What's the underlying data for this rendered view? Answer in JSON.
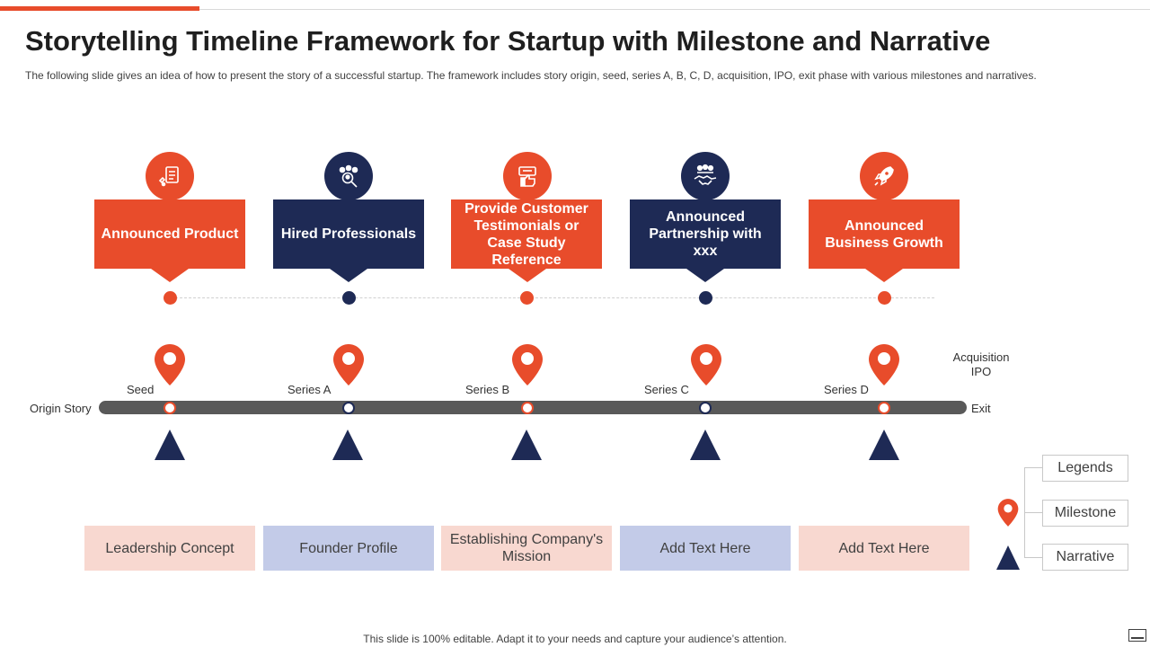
{
  "title": "Storytelling Timeline Framework for Startup with Milestone and Narrative",
  "subtitle": "The following slide gives an idea of how to present the story of a successful startup. The framework includes story origin, seed, series A, B, C, D, acquisition, IPO, exit phase with various milestones and narratives.",
  "colors": {
    "orange": "#e84c2b",
    "navy": "#1e2a55",
    "light_orange": "#f8d8d0",
    "light_blue": "#c3cbe8"
  },
  "milestones": [
    {
      "text": "Announced Product",
      "icon": "product-checklist-icon",
      "color": "orange"
    },
    {
      "text": "Hired Professionals",
      "icon": "team-search-icon",
      "color": "navy"
    },
    {
      "text": "Provide Customer Testimonials or Case Study Reference",
      "icon": "testimonial-thumbs-up-icon",
      "color": "orange"
    },
    {
      "text": "Announced Partnership with xxx",
      "icon": "handshake-partnership-icon",
      "color": "navy"
    },
    {
      "text": "Announced Business Growth",
      "icon": "rocket-icon",
      "color": "orange"
    }
  ],
  "timeline": {
    "start_label": "Origin Story",
    "end_label": "Exit",
    "acquisition_label": "Acquisition",
    "ipo_label": "IPO",
    "stages": [
      "Seed",
      "Series A",
      "Series B",
      "Series C",
      "Series D"
    ]
  },
  "narratives": [
    {
      "text": "Leadership Concept",
      "color": "light_orange"
    },
    {
      "text": "Founder Profile",
      "color": "light_blue"
    },
    {
      "text": "Establishing Company's Mission",
      "color": "light_orange"
    },
    {
      "text": "Add Text Here",
      "color": "light_blue"
    },
    {
      "text": "Add Text Here",
      "color": "light_orange"
    }
  ],
  "legend": {
    "title": "Legends",
    "milestone": "Milestone",
    "narrative": "Narrative"
  },
  "footer": "This slide is 100% editable. Adapt it to your needs and capture your audience’s attention."
}
